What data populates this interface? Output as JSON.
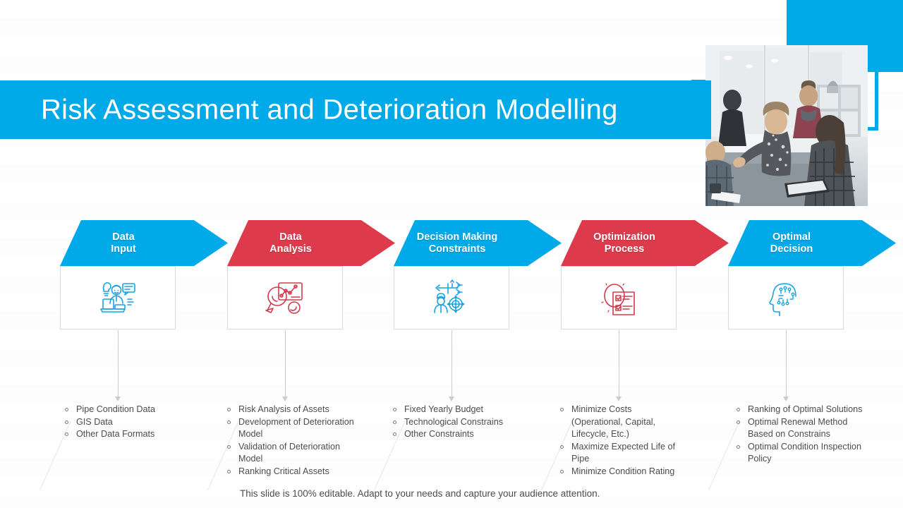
{
  "slide": {
    "title": "Risk Assessment and Deterioration Modelling",
    "footer_note": "This slide is 100% editable. Adapt to your needs and capture your audience attention."
  },
  "colors": {
    "brand_blue": "#00a9e8",
    "accent_red": "#dd3b4b",
    "text_gray": "#4c4c4c",
    "card_border": "#d8dade"
  },
  "photo": {
    "alt_name": "business-team-meeting-photo"
  },
  "steps": [
    {
      "line1": "Data",
      "line2": "Input",
      "color": "#00a9e8",
      "icon": "person-at-laptop-idea-icon",
      "bullets": [
        "Pipe Condition Data",
        "GIS Data",
        "Other Data Formats"
      ]
    },
    {
      "line1": "Data",
      "line2": "Analysis",
      "color": "#dd3b4b",
      "icon": "magnifier-chart-analysis-icon",
      "bullets": [
        "Risk Analysis of Assets",
        "Development of Deterioration Model",
        "Validation of Deterioration Model",
        "Ranking Critical Assets"
      ]
    },
    {
      "line1": "Decision Making",
      "line2": "Constraints",
      "color": "#00a9e8",
      "icon": "person-gear-direction-arrows-icon",
      "bullets": [
        "Fixed Yearly Budget",
        "Technological Constrains",
        "Other Constraints"
      ]
    },
    {
      "line1": "Optimization",
      "line2": "Process",
      "color": "#dd3b4b",
      "icon": "checklist-clipboard-icon",
      "bullets": [
        "Minimize Costs (Operational, Capital, Lifecycle, Etc.)",
        "Maximize Expected Life of Pipe",
        "Minimize Condition Rating"
      ]
    },
    {
      "line1": "Optimal",
      "line2": "Decision",
      "color": "#00a9e8",
      "icon": "head-circuit-brain-icon",
      "bullets": [
        "Ranking of Optimal Solutions",
        "Optimal Renewal Method Based on Constrains",
        "Optimal Condition Inspection Policy"
      ]
    }
  ]
}
